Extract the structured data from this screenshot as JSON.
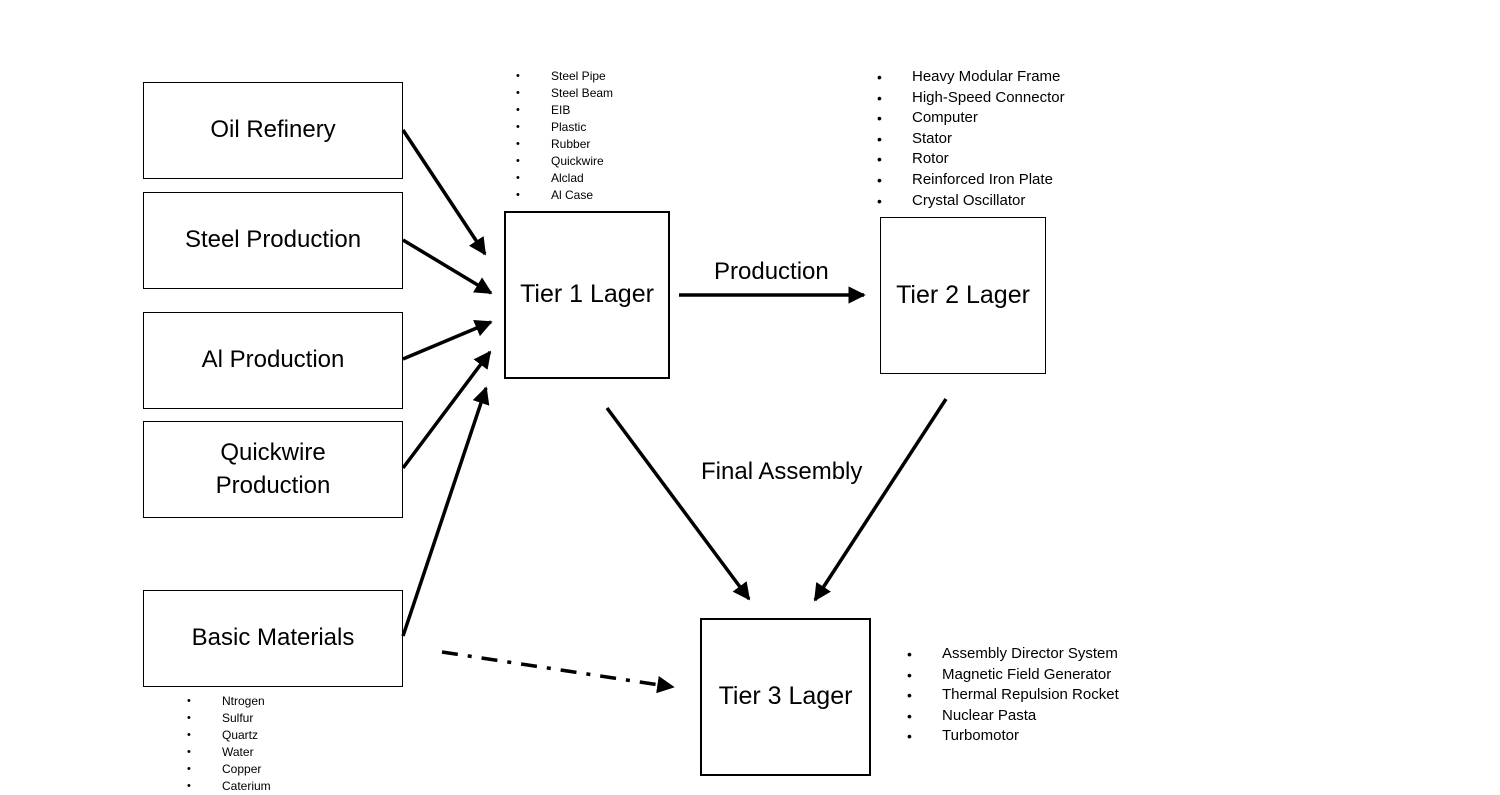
{
  "sources": {
    "oil_refinery": "Oil Refinery",
    "steel_production": "Steel Production",
    "al_production": "Al Production",
    "quickwire_line1": "Quickwire",
    "quickwire_line2": "Production",
    "basic_materials": "Basic Materials"
  },
  "tiers": {
    "tier1": "Tier 1 Lager",
    "tier2": "Tier 2 Lager",
    "tier3": "Tier 3 Lager"
  },
  "labels": {
    "production": "Production",
    "final_assembly": "Final Assembly"
  },
  "tier1_items": [
    "Steel Pipe",
    "Steel Beam",
    "EIB",
    "Plastic",
    "Rubber",
    "Quickwire",
    "Alclad",
    "Al Case"
  ],
  "tier2_items": [
    "Heavy Modular Frame",
    "High-Speed Connector",
    "Computer",
    "Stator",
    "Rotor",
    "Reinforced Iron Plate",
    "Crystal Oscillator"
  ],
  "tier3_items": [
    "Assembly Director System",
    "Magnetic Field Generator",
    "Thermal Repulsion Rocket",
    "Nuclear Pasta",
    "Turbomotor"
  ],
  "basic_items": [
    "Ntrogen",
    "Sulfur",
    "Quartz",
    "Water",
    "Copper",
    "Caterium"
  ]
}
